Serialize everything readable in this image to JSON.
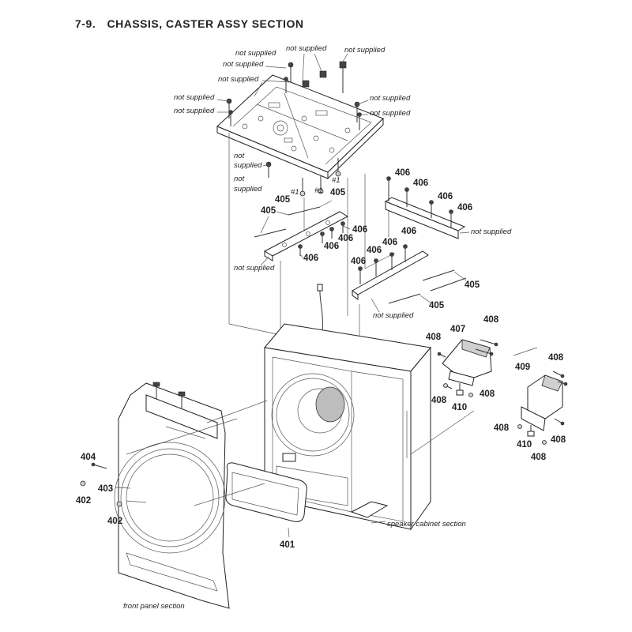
{
  "header": {
    "section_number": "7-9.",
    "section_title": "CHASSIS, CASTER ASSY SECTION"
  },
  "labels": {
    "not_supplied": "not supplied",
    "not": "not",
    "supplied": "supplied",
    "ref_1": "#1",
    "speaker_cabinet_section": "speaker cabinet section",
    "front_panel_section": "front panel section"
  },
  "part_numbers": {
    "p401": "401",
    "p402": "402",
    "p403": "403",
    "p404": "404",
    "p405": "405",
    "p406": "406",
    "p407": "407",
    "p408": "408",
    "p409": "409",
    "p410": "410"
  }
}
